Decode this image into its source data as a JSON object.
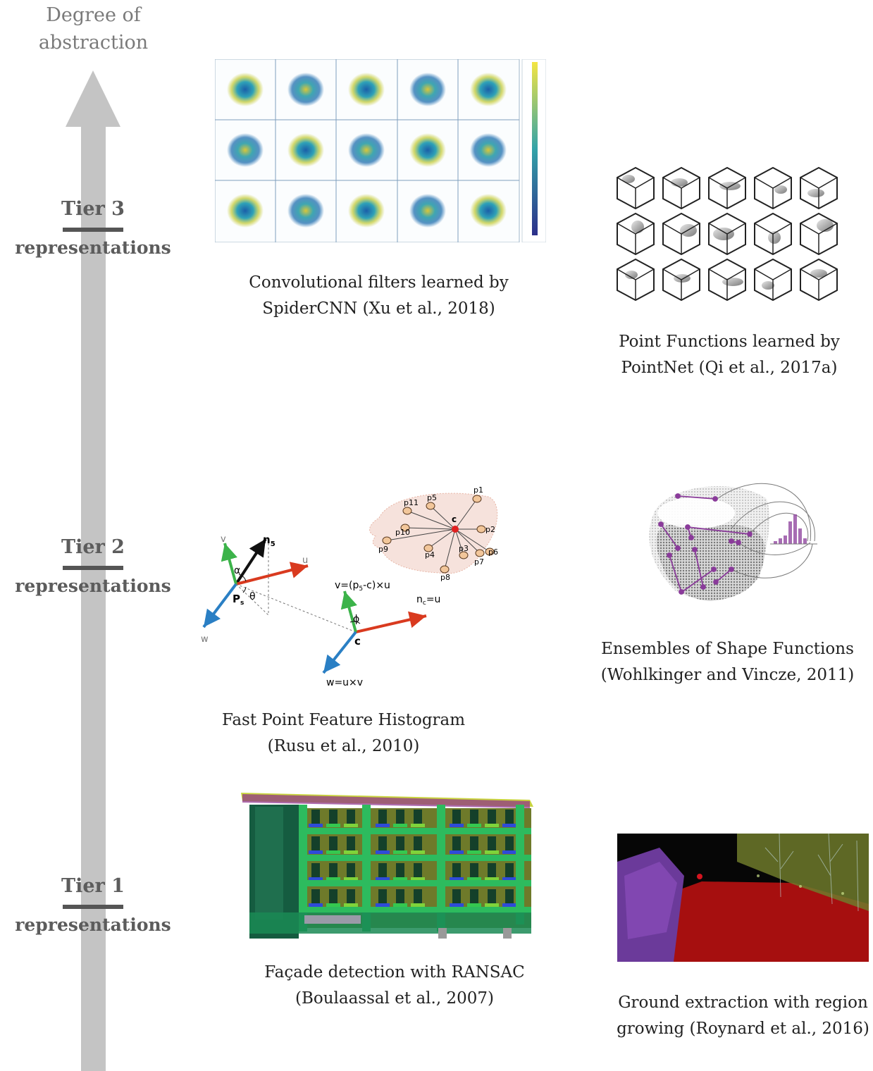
{
  "axis": {
    "title_line1": "Degree of",
    "title_line2": "abstraction"
  },
  "tiers": [
    {
      "name": "Tier 3",
      "sub": "representations"
    },
    {
      "name": "Tier 2",
      "sub": "representations"
    },
    {
      "name": "Tier 1",
      "sub": "representations"
    }
  ],
  "figures": {
    "spidercnn": {
      "caption_line1": "Convolutional filters learned by",
      "caption_line2": "SpiderCNN (Xu et al., 2018)"
    },
    "pointnet": {
      "caption_line1": "Point Functions learned by",
      "caption_line2": "PointNet (Qi et al., 2017a)"
    },
    "fpfh": {
      "caption_line1": "Fast Point Feature Histogram",
      "caption_line2": "(Rusu et al., 2010)",
      "labels": {
        "v": "v",
        "ns": "n",
        "ns_sub": "5",
        "u": "u",
        "alpha": "α",
        "theta": "θ",
        "ps": "P",
        "ps_sub": "s",
        "w": "w",
        "vc": "v=(p",
        "vc_sub": "5",
        "vc_rest": "-c)×u",
        "nc": "n",
        "nc_sub": "c",
        "nc_rest": "=u",
        "phi": "ϕ",
        "c": "c",
        "wc": "w=u×v",
        "center": "c",
        "points": [
          "p1",
          "p2",
          "p3",
          "p4",
          "p5",
          "p6",
          "p7",
          "p8",
          "p9",
          "p10",
          "p11"
        ]
      }
    },
    "esf": {
      "caption_line1": "Ensembles of Shape Functions",
      "caption_line2": "(Wohlkinger and Vincze, 2011)"
    },
    "ransac": {
      "caption_line1": "Façade detection with RANSAC",
      "caption_line2": "(Boulaassal et al., 2007)"
    },
    "region": {
      "caption_line1": "Ground extraction with region",
      "caption_line2": "growing (Roynard et al., 2016)"
    }
  },
  "colors": {
    "axis_arrow": "#c4c4c4",
    "tier_text": "#5c5c5c",
    "tier_bar": "#555555",
    "v_green": "#3cb34a",
    "u_red": "#d93a1f",
    "w_blue": "#2a7fc4",
    "ground_red": "#a60f0f",
    "esf_purple": "#8a3b9a"
  }
}
